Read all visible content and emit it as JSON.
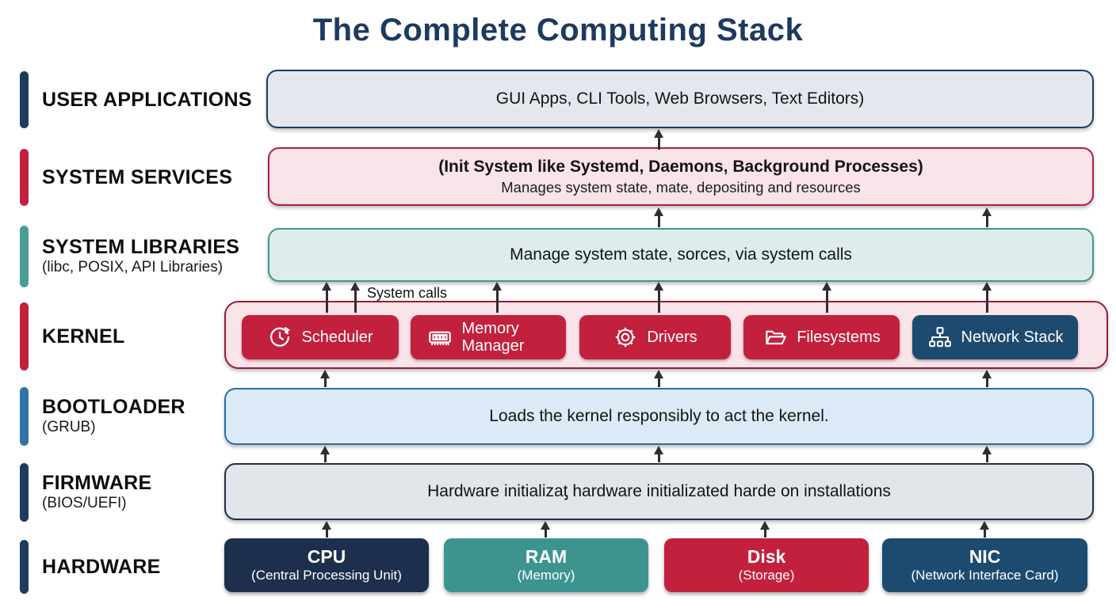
{
  "title": "The Complete Computing Stack",
  "colors": {
    "title_navy": "#1d3a5f",
    "navy": "#1e3a5c",
    "crimson": "#c2203c",
    "teal": "#4a9d97",
    "steel_blue": "#2e75a8",
    "dark_steel": "#1d4b70",
    "arrow": "#2e2e2e"
  },
  "sidebar": {
    "layers": [
      {
        "label": "USER APPLICATIONS",
        "sublabel": "",
        "bar_color": "#1e3a5c"
      },
      {
        "label": "SYSTEM SERVICES",
        "sublabel": "",
        "bar_color": "#c2203c"
      },
      {
        "label": "SYSTEM LIBRARIES",
        "sublabel": "(libc, POSIX, API Libraries)",
        "bar_color": "#4a9d97"
      },
      {
        "label": "KERNEL",
        "sublabel": "",
        "bar_color": "#c2203c"
      },
      {
        "label": "BOOTLOADER",
        "sublabel": "(GRUB)",
        "bar_color": "#2e75a8"
      },
      {
        "label": "FIRMWARE",
        "sublabel": "(BIOS/UEFI)",
        "bar_color": "#1e3a5c"
      },
      {
        "label": "HARDWARE",
        "sublabel": "",
        "bar_color": "#1e3a5c"
      }
    ]
  },
  "stack": {
    "user_applications": {
      "text": "GUI Apps, CLI Tools, Web Browsers, Text Editors)",
      "fill": "#e4e7ee",
      "border": "#1d3a5f"
    },
    "system_services": {
      "line1": "(Init System like Systemd, Daemons, Background Processes)",
      "line2": "Manages system state, mate, depositing and resources",
      "fill": "#f9e4e9",
      "border": "#b01f3a"
    },
    "system_libraries": {
      "text": "Manage system state, sorces, via system calls",
      "fill": "#deedeb",
      "border": "#40968e"
    },
    "system_calls_label": "System calls",
    "kernel": {
      "fill": "#f9e4e9",
      "border": "#9c1b32",
      "modules": [
        {
          "label": "Scheduler",
          "icon": "clock-history-icon",
          "color": "#c2203c"
        },
        {
          "label": "Memory Manager",
          "icon": "ram-icon",
          "color": "#c2203c"
        },
        {
          "label": "Drivers",
          "icon": "gear-icon",
          "color": "#c2203c"
        },
        {
          "label": "Filesystems",
          "icon": "folder-icon",
          "color": "#c2203c"
        },
        {
          "label": "Network Stack",
          "icon": "network-icon",
          "color": "#1d4b70"
        }
      ]
    },
    "bootloader": {
      "text": "Loads the kernel responsibly to act the kernel.",
      "fill": "#dceaf7",
      "border": "#2e6da4"
    },
    "firmware": {
      "text": "Hardware initializaƫ hardware initializated harde on installations",
      "fill": "#e2e5e9",
      "border": "#1e3047"
    },
    "hardware": {
      "components": [
        {
          "name": "CPU",
          "sub": "(Central Processing Unit)",
          "color": "#1e2f4d"
        },
        {
          "name": "RAM",
          "sub": "(Memory)",
          "color": "#3d948f"
        },
        {
          "name": "Disk",
          "sub": "(Storage)",
          "color": "#c2203c"
        },
        {
          "name": "NIC",
          "sub": "(Network Interface Card)",
          "color": "#1d4b70"
        }
      ]
    }
  }
}
